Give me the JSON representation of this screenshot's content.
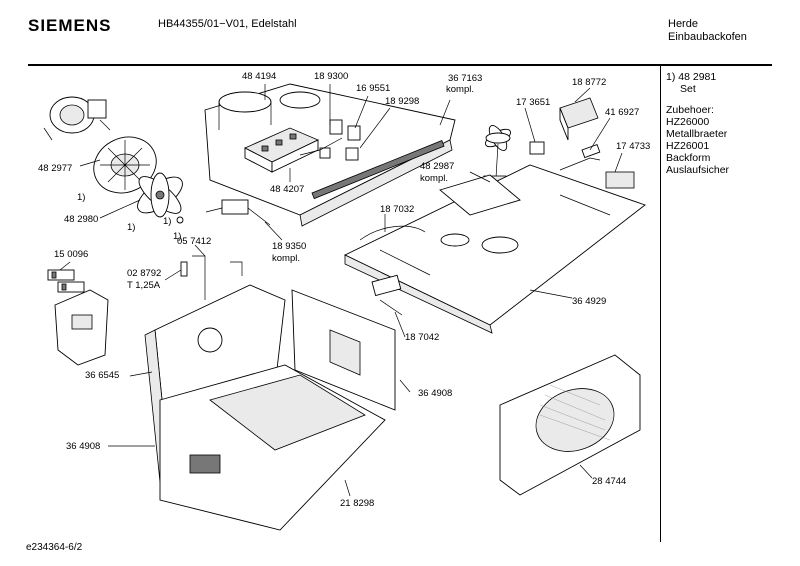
{
  "header": {
    "brand": "SIEMENS",
    "model": "HB44355/01−V01, Edelstahl",
    "category_line1": "Herde",
    "category_line2": "Einbaubackofen"
  },
  "side_panel": {
    "note_number": "1) 48 2981",
    "note_text": "Set",
    "accessories_title": "Zubehoer:",
    "accessories": [
      {
        "code": "HZ26000",
        "name": "Metallbraeter"
      },
      {
        "code": "HZ26001",
        "name": "Backform"
      },
      {
        "name": "Auslaufsicher"
      }
    ]
  },
  "parts": [
    {
      "id": "p484194",
      "label": "48 4194"
    },
    {
      "id": "p189300",
      "label": "18 9300"
    },
    {
      "id": "p169551",
      "label": "16 9551"
    },
    {
      "id": "p189298",
      "label": "18 9298"
    },
    {
      "id": "p367163",
      "label": "36 7163",
      "sub": "kompl."
    },
    {
      "id": "p188772",
      "label": "18 8772"
    },
    {
      "id": "p173651",
      "label": "17 3651"
    },
    {
      "id": "p416927",
      "label": "41 6927"
    },
    {
      "id": "p174733",
      "label": "17 4733"
    },
    {
      "id": "p482977",
      "label": "48 2977"
    },
    {
      "id": "p482987",
      "label": "48 2987",
      "sub": "kompl."
    },
    {
      "id": "p484207",
      "label": "48 4207"
    },
    {
      "id": "p482980",
      "label": "48 2980"
    },
    {
      "id": "p187032",
      "label": "18 7032"
    },
    {
      "id": "p150096",
      "label": "15 0096"
    },
    {
      "id": "p057412",
      "label": "05 7412"
    },
    {
      "id": "p189350",
      "label": "18 9350",
      "sub": "kompl."
    },
    {
      "id": "p028792",
      "label": "02 8792",
      "sub": "T 1,25A"
    },
    {
      "id": "p364929",
      "label": "36 4929"
    },
    {
      "id": "p187042",
      "label": "18 7042"
    },
    {
      "id": "p366545",
      "label": "36 6545"
    },
    {
      "id": "p364908a",
      "label": "36 4908"
    },
    {
      "id": "p364908b",
      "label": "36 4908"
    },
    {
      "id": "p218298",
      "label": "21 8298"
    },
    {
      "id": "p284744",
      "label": "28 4744"
    }
  ],
  "footnote_marks": [
    "1)",
    "1)",
    "1)",
    "1)"
  ],
  "footer": {
    "drawing_id": "e234364-6/2"
  }
}
